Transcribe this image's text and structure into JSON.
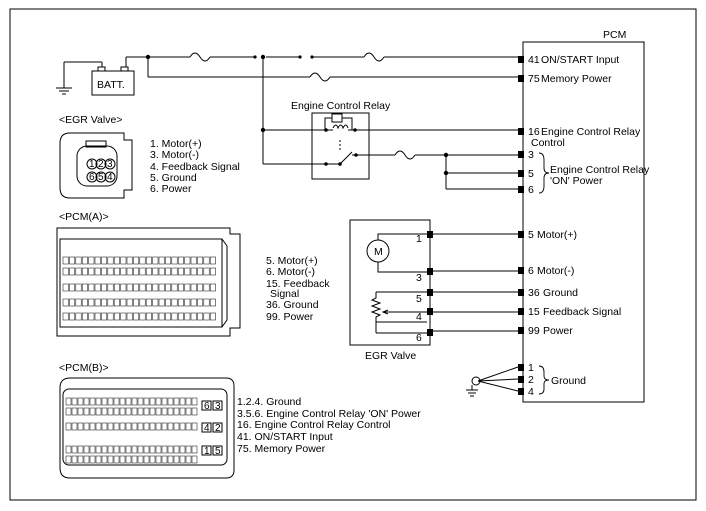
{
  "pcm": {
    "title": "PCM",
    "pins": [
      {
        "num": "41",
        "label": "ON/START Input"
      },
      {
        "num": "75",
        "label": "Memory Power"
      },
      {
        "num": "16",
        "label": "Engine Control Relay",
        "label2": "Control"
      },
      {
        "num": "3",
        "label": ""
      },
      {
        "num": "5",
        "label": ""
      },
      {
        "num": "6",
        "label": ""
      },
      {
        "num": "5",
        "label": "Motor(+)"
      },
      {
        "num": "6",
        "label": "Motor(-)"
      },
      {
        "num": "36",
        "label": "Ground"
      },
      {
        "num": "15",
        "label": "Feedback Signal"
      },
      {
        "num": "99",
        "label": "Power"
      },
      {
        "num": "1",
        "label": ""
      },
      {
        "num": "2",
        "label": ""
      },
      {
        "num": "4",
        "label": ""
      }
    ],
    "relay_power_label": [
      "Engine Control Relay",
      "'ON' Power"
    ],
    "ground_label": "Ground"
  },
  "battery": {
    "label": "BATT."
  },
  "relay": {
    "label": "Engine Control Relay"
  },
  "egr_valve": {
    "label": "EGR Valve",
    "motor_symbol": "M",
    "pins": [
      "1",
      "3",
      "5",
      "4",
      "6"
    ]
  },
  "egr_connector": {
    "title": "<EGR Valve>",
    "pin_numbers": [
      "1",
      "2",
      "3",
      "6",
      "5",
      "4"
    ],
    "legend": [
      "1. Motor(+)",
      "3. Motor(-)",
      "4. Feedback Signal",
      "5. Ground",
      "6. Power"
    ]
  },
  "pcm_a_connector": {
    "title": "<PCM(A)>",
    "legend": [
      "5. Motor(+)",
      "6. Motor(-)",
      "15. Feedback",
      "Signal",
      "36. Ground",
      "99. Power"
    ]
  },
  "pcm_b_connector": {
    "title": "<PCM(B)>",
    "side_pins": [
      "6",
      "3",
      "4",
      "2",
      "1",
      "5"
    ],
    "legend": [
      "1.2.4. Ground",
      "3.5.6. Engine Control Relay 'ON' Power",
      "16. Engine Control Relay Control",
      "41. ON/START Input",
      "75. Memory Power"
    ]
  }
}
